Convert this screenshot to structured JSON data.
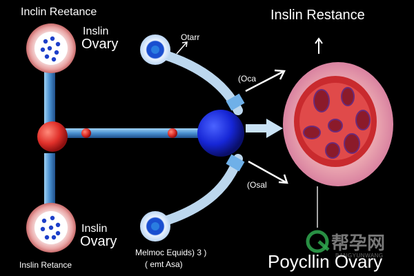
{
  "labels": {
    "top_left": "Inclin Reetance",
    "upper_left_1": "Inslin",
    "upper_left_2": "Ovary",
    "top_center": "Otarr",
    "top_right": "Inslin Restance",
    "mid_right_upper": "(Oca",
    "mid_right_lower": "(Osal",
    "lower_left_1": "Inslin",
    "lower_left_2": "Ovary",
    "bottom_left": "Inslin Retance",
    "bottom_center_1": "Melmoc Equids) 3 )",
    "bottom_center_2": "( emt Asa)",
    "bottom_right": "Poycllin Ovary"
  },
  "watermark": {
    "cn": "帮孕网",
    "en": "BANGYUNWANG"
  },
  "colors": {
    "background": "#000000",
    "pink_tissue": "#f2b8b8",
    "red_cell": "#d9262b",
    "blue_core": "#1626d6",
    "connector_blue": "#5aa8e0",
    "watermark_green": "#2fa84f"
  }
}
